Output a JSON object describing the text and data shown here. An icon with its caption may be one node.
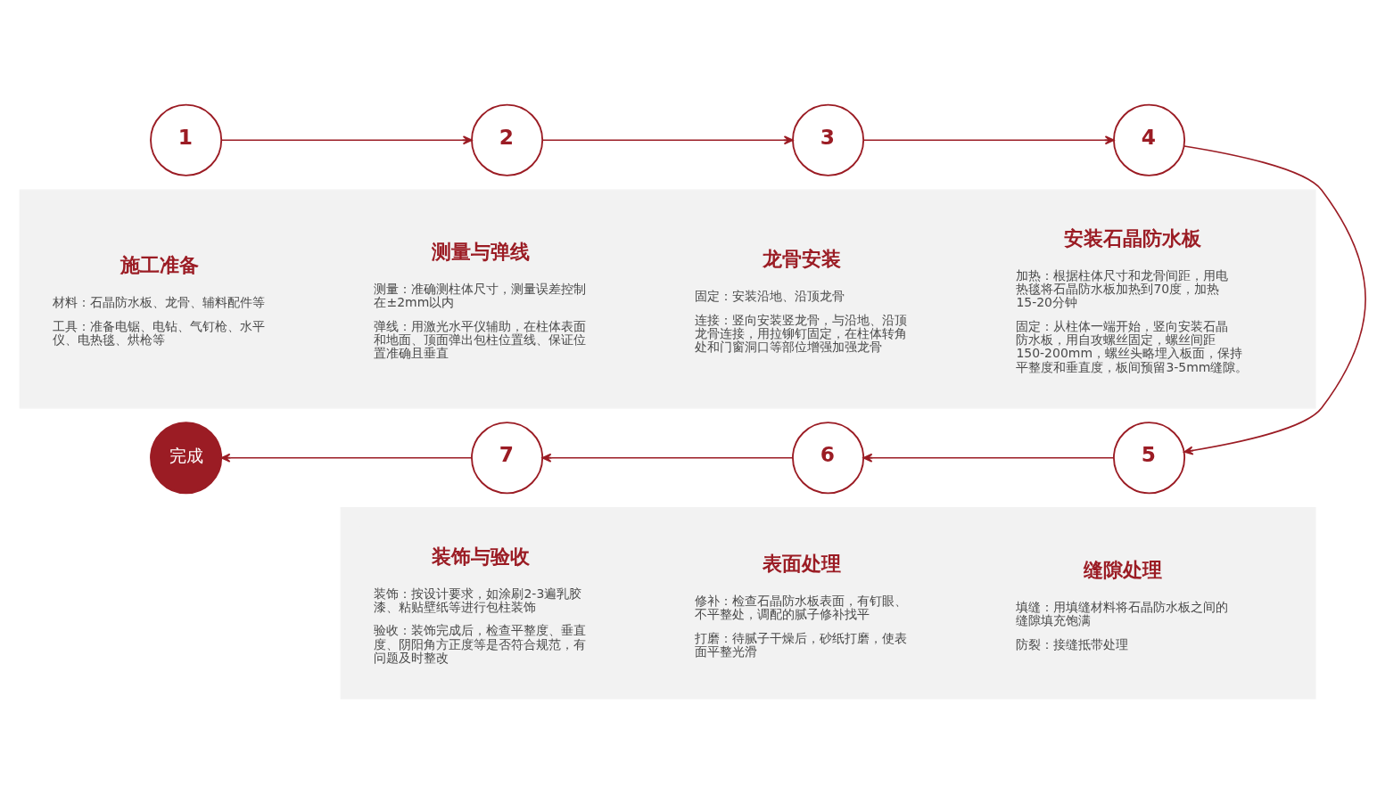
{
  "diagram": {
    "nodes": [
      {
        "text": [
          "1"
        ]
      },
      {
        "text": [
          "2"
        ]
      },
      {
        "text": [
          "3"
        ]
      },
      {
        "text": [
          "4"
        ]
      },
      {
        "text": [],
        "shape": "band"
      },
      {
        "text": [
          "施工准备",
          "材料：石晶防水板、龙骨、辅料配件等",
          "工具：准备电锯、电钻、气钉枪、水平仪、电热毯、烘枪等"
        ],
        "in": 4
      },
      {
        "text": [
          "测量与弹线",
          "测量：准确测柱体尺寸，测量误差控制在±2mm以内",
          "弹线：用激光水平仪辅助，在柱体表面和地面、顶面弹出包柱位置线、保证位置准确且垂直"
        ],
        "in": 4
      },
      {
        "text": [
          "龙骨安装",
          "固定：安装沿地、沿顶龙骨",
          "连接：竖向安装竖龙骨，与沿地、沿顶龙骨连接，用拉铆钉固定，在柱体转角处和门窗洞口等部位增强加强龙骨"
        ],
        "in": 4
      },
      {
        "text": [
          "安装石晶防水板",
          "加热：根据柱体尺寸和龙骨间距，用电热毯将石晶防水板加热到70度，加热15-20分钟",
          "固定：从柱体一端开始，竖向安装石晶防水板，用自攻螺丝固定，螺丝间距150-200mm，螺丝头略埋入板面，保持平整度和垂直度，板间预留3-5mm缝隙。"
        ],
        "in": 4
      },
      {
        "text": [
          "5"
        ]
      },
      {
        "text": [
          "6"
        ]
      },
      {
        "text": [
          "7"
        ]
      },
      {
        "text": [
          "完成"
        ]
      },
      {
        "text": [],
        "shape": "band"
      },
      {
        "text": [
          "缝隙处理",
          "填缝：用填缝材料将石晶防水板之间的缝隙填充饱满",
          "防裂：接缝抵带处理"
        ],
        "in": 13
      },
      {
        "text": [
          "表面处理",
          "修补：检查石晶防水板表面，有钉眼、不平整处，调配的腻子修补找平",
          "打磨：待腻子干燥后，砂纸打磨，使表面平整光滑"
        ],
        "in": 13
      },
      {
        "text": [
          "装饰与验收",
          "装饰：按设计要求，如涂刷2-3遍乳胶漆、粘贴壁纸等进行包柱装饰",
          "验收：装饰完成后，检查平整度、垂直度、阴阳角方正度等是否符合规范，有问题及时整改"
        ],
        "in": 13
      }
    ],
    "edges": [
      {
        "from": 0,
        "to": 1,
        "arrow": "to"
      },
      {
        "from": 1,
        "to": 2,
        "arrow": "to"
      },
      {
        "from": 2,
        "to": 3,
        "arrow": "to"
      },
      {
        "from": 3,
        "to": 9,
        "arrow": "to"
      },
      {
        "from": 9,
        "to": 10,
        "arrow": "to"
      },
      {
        "from": 10,
        "to": 11,
        "arrow": "to"
      },
      {
        "from": 11,
        "to": 12,
        "arrow": "to"
      }
    ]
  }
}
